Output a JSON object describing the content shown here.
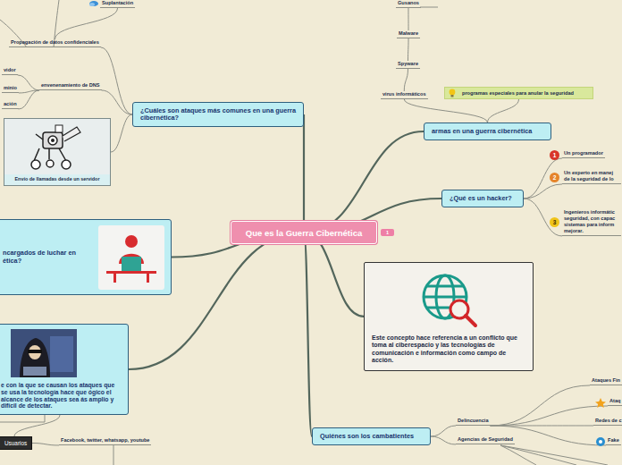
{
  "diagram": {
    "nodes": [
      {
        "text": [
          "Que es la Guerra Cibernética"
        ]
      },
      {
        "text": [
          "¿Cuáles son ataques más comunes en una guerra cibernética?"
        ]
      },
      {
        "text": [
          "Propagación de datos confidenciales"
        ]
      },
      {
        "text": [
          "Suplantación"
        ]
      },
      {
        "text": [
          "envenenamiento de DNS"
        ]
      },
      {
        "text": [
          "vidor"
        ]
      },
      {
        "text": [
          "minio"
        ]
      },
      {
        "text": [
          "ación"
        ]
      },
      {
        "text": [
          "Envío de llamadas desde un servidor"
        ]
      },
      {
        "text": [
          "armas en una guerra cibernética"
        ]
      },
      {
        "text": [
          "virus informáticos"
        ]
      },
      {
        "text": [
          "Gusanos"
        ]
      },
      {
        "text": [
          "Malware"
        ]
      },
      {
        "text": [
          "Spyware"
        ]
      },
      {
        "text": [
          "programas especiales para anular la seguridad"
        ]
      },
      {
        "text": [
          "¿Qué es un hacker?"
        ]
      },
      {
        "text": [
          "Un programador"
        ]
      },
      {
        "text": [
          "Un experto en manej de la seguridad de lo"
        ]
      },
      {
        "text": [
          "Ingenieros informátic seguridad, con capac sistemas para inform mejorar."
        ]
      },
      {
        "text": [
          "Este concepto hace referencia a un conflicto que toma al ciberespacio y las tecnologías de comunicación e información como campo de acción."
        ]
      },
      {
        "text": [
          "ncargados de luchar en ética?"
        ]
      },
      {
        "text": [
          "e con la que se causan los ataques que se usa la tecnología hace que ógico el alcance de los ataques sea ás amplio y difícil de detectar."
        ]
      },
      {
        "text": [
          "Usuarios"
        ]
      },
      {
        "text": [
          "Facebook, twitter, whatsapp, youtube"
        ]
      },
      {
        "text": [
          "Quiénes son los cambatientes"
        ]
      },
      {
        "text": [
          "Delincuencia"
        ]
      },
      {
        "text": [
          "Agencias de Seguridad"
        ]
      },
      {
        "text": [
          "Ataques Fin"
        ]
      },
      {
        "text": [
          "Ataq"
        ]
      },
      {
        "text": [
          "Redes de c"
        ]
      },
      {
        "text": [
          "Fake"
        ]
      }
    ],
    "edges": [
      {
        "from": 0,
        "to": 1,
        "arrow": "none"
      },
      {
        "from": 0,
        "to": 9,
        "arrow": "none"
      },
      {
        "from": 0,
        "to": 15,
        "arrow": "none"
      },
      {
        "from": 0,
        "to": 19,
        "arrow": "none"
      },
      {
        "from": 0,
        "to": 20,
        "arrow": "none"
      },
      {
        "from": 0,
        "to": 21,
        "arrow": "none"
      },
      {
        "from": 0,
        "to": 24,
        "arrow": "none"
      },
      {
        "from": 1,
        "to": 2,
        "arrow": "none"
      },
      {
        "from": 1,
        "to": 4,
        "arrow": "none"
      },
      {
        "from": 1,
        "to": 8,
        "arrow": "none"
      },
      {
        "from": 2,
        "to": 3,
        "arrow": "none"
      },
      {
        "from": 4,
        "to": 5,
        "arrow": "none"
      },
      {
        "from": 4,
        "to": 6,
        "arrow": "none"
      },
      {
        "from": 4,
        "to": 7,
        "arrow": "none"
      },
      {
        "from": 9,
        "to": 10,
        "arrow": "none"
      },
      {
        "from": 9,
        "to": 14,
        "arrow": "none"
      },
      {
        "from": 10,
        "to": 13,
        "arrow": "none"
      },
      {
        "from": 13,
        "to": 12,
        "arrow": "none"
      },
      {
        "from": 12,
        "to": 11,
        "arrow": "none"
      },
      {
        "from": 15,
        "to": 16,
        "arrow": "none"
      },
      {
        "from": 15,
        "to": 17,
        "arrow": "none"
      },
      {
        "from": 15,
        "to": 18,
        "arrow": "none"
      },
      {
        "from": 21,
        "to": 22,
        "arrow": "none"
      },
      {
        "from": 22,
        "to": 23,
        "arrow": "none"
      },
      {
        "from": 24,
        "to": 25,
        "arrow": "none"
      },
      {
        "from": 24,
        "to": 26,
        "arrow": "none"
      },
      {
        "from": 25,
        "to": 27,
        "arrow": "none"
      },
      {
        "from": 25,
        "to": 28,
        "arrow": "none"
      },
      {
        "from": 25,
        "to": 29,
        "arrow": "none"
      },
      {
        "from": 25,
        "to": 30,
        "arrow": "none"
      }
    ],
    "labels": [
      "1",
      "1",
      "2",
      "3"
    ]
  }
}
